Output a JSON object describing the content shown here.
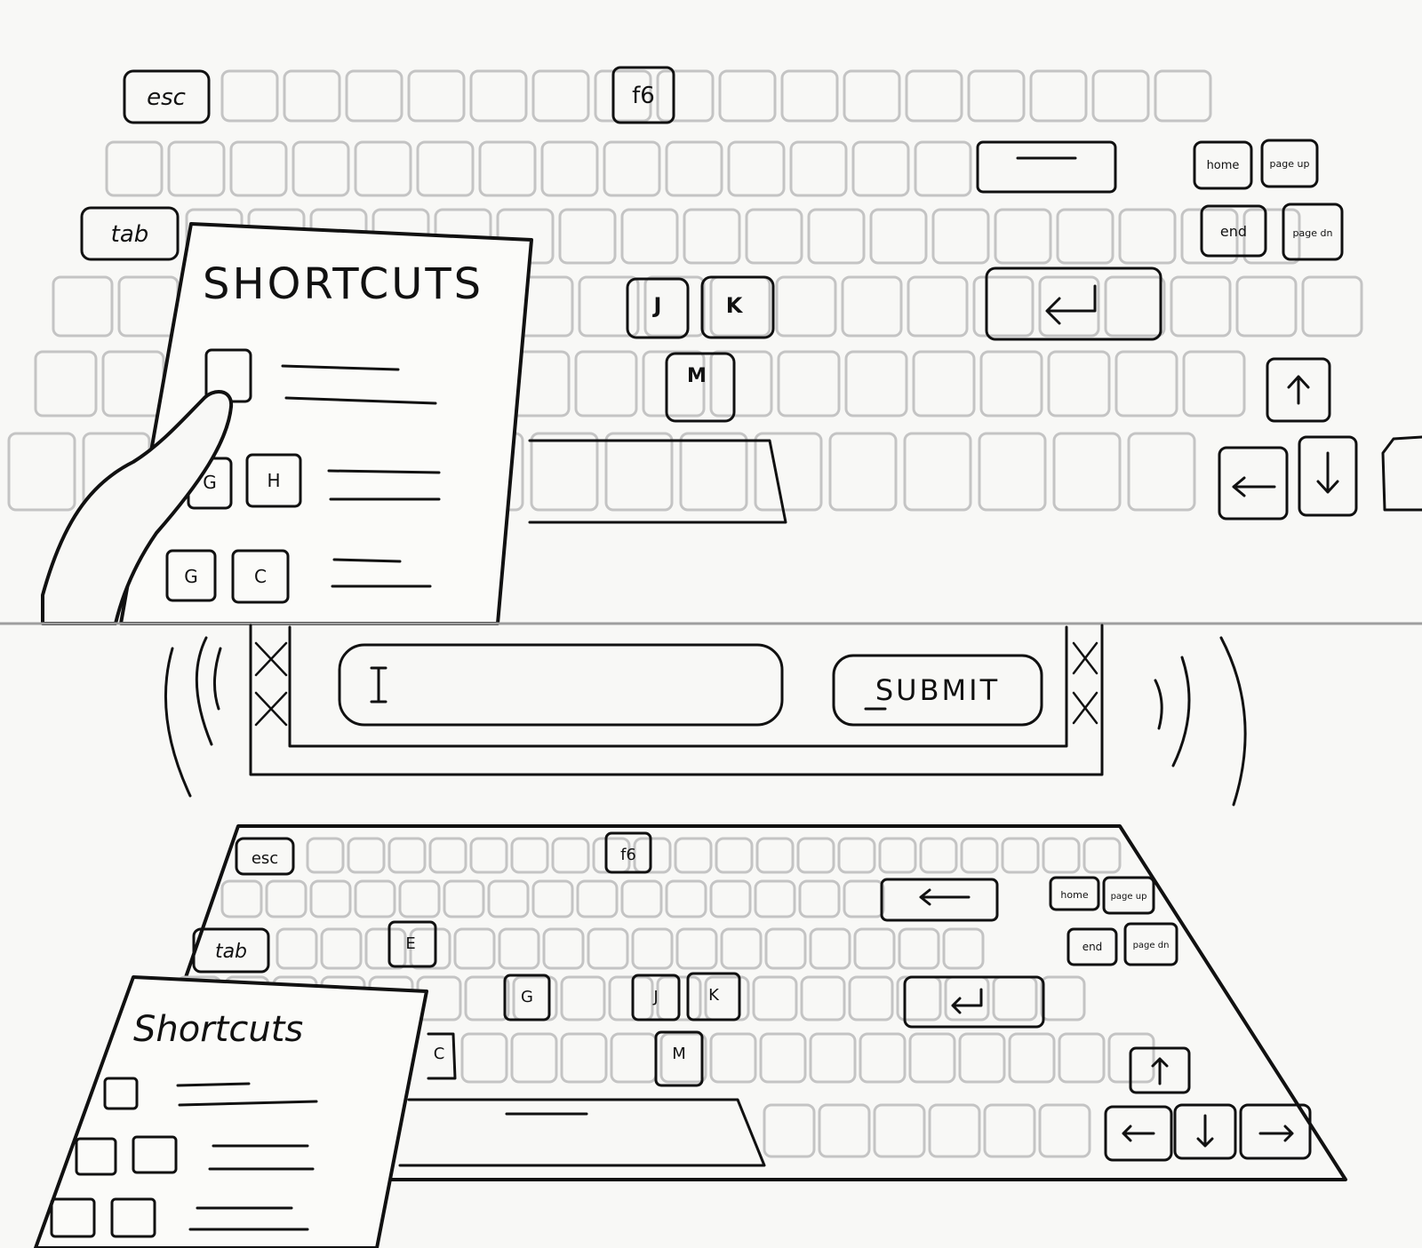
{
  "colors": {
    "ink": "#111111",
    "ghost_key": "#c4c4c4",
    "paper": "#f8f8f6"
  },
  "top_panel": {
    "card_title": "SHORTCUTS",
    "card_rows": [
      {
        "keys": [
          ""
        ]
      },
      {
        "keys": [
          "G",
          "H"
        ]
      },
      {
        "keys": [
          "G",
          "C"
        ]
      }
    ],
    "keys": {
      "esc": "esc",
      "f6": "f6",
      "tab": "tab",
      "backspace_icon": "left-arrow-icon",
      "home": "home",
      "page_up": "page up",
      "end": "end",
      "page_down": "page dn",
      "j": "J",
      "k": "K",
      "m": "M",
      "enter_icon": "return-icon",
      "arrow_up_icon": "arrow-up-icon",
      "arrow_left_icon": "arrow-left-icon",
      "arrow_down_icon": "arrow-down-icon"
    }
  },
  "bottom_panel": {
    "form": {
      "input_icon": "text-cursor-icon",
      "submit_label": "SUBMIT"
    },
    "card_title": "Shortcuts",
    "keys": {
      "esc": "esc",
      "f6": "f6",
      "tab": "tab",
      "e": "E",
      "g": "G",
      "j": "J",
      "k": "K",
      "m": "M",
      "c": "C",
      "home": "home",
      "page_up": "page up",
      "end": "end",
      "page_down": "page dn",
      "backspace_icon": "left-arrow-icon",
      "enter_icon": "return-icon",
      "arrow_up_icon": "arrow-up-icon",
      "arrow_left_icon": "arrow-left-icon",
      "arrow_down_icon": "arrow-down-icon",
      "arrow_right_icon": "arrow-right-icon"
    }
  }
}
